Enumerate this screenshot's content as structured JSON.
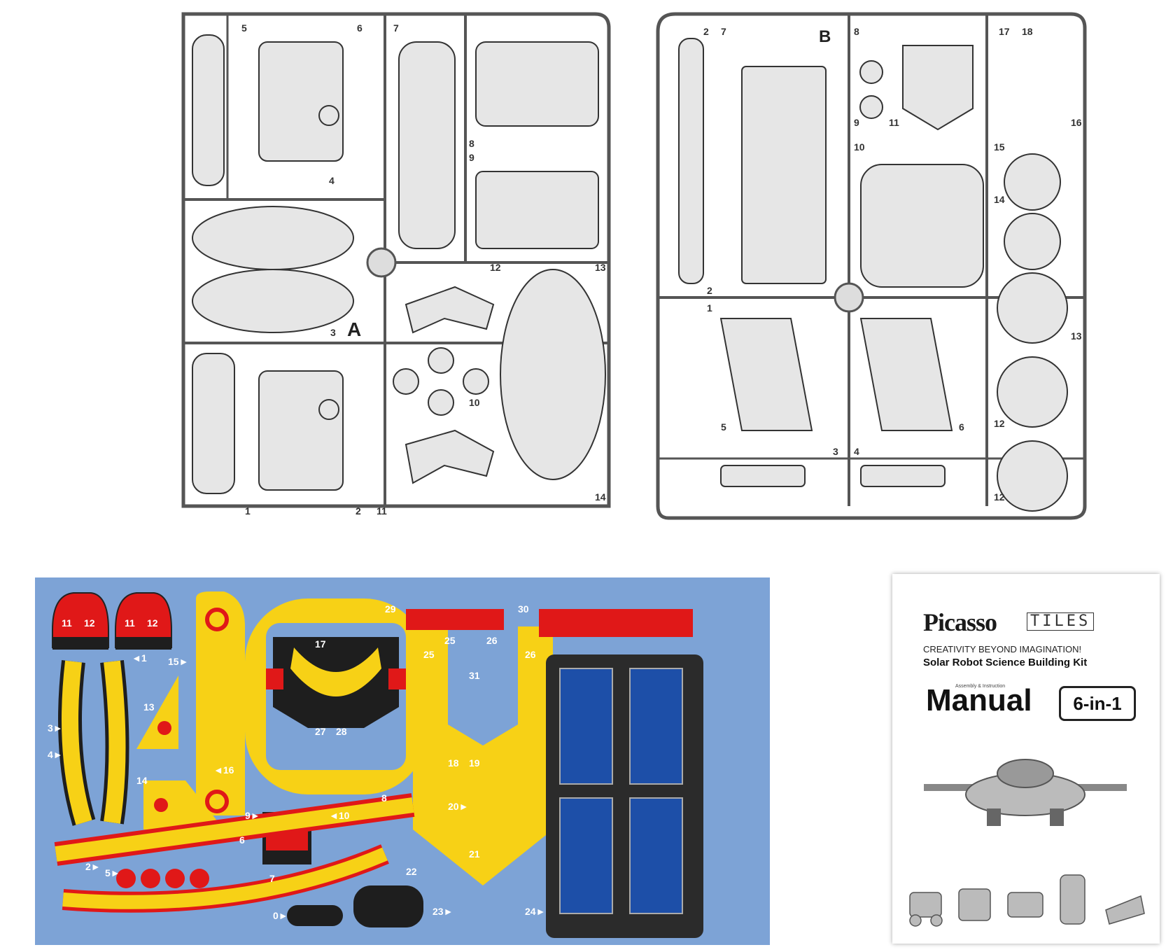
{
  "sprue_a": {
    "letter": "A",
    "labels": [
      "5",
      "6",
      "7",
      "4",
      "8",
      "9",
      "12",
      "13",
      "3",
      "10",
      "1",
      "2",
      "11",
      "14"
    ]
  },
  "sprue_b": {
    "letter": "B",
    "labels": [
      "2",
      "7",
      "8",
      "17",
      "18",
      "9",
      "10",
      "11",
      "15",
      "16",
      "14",
      "2",
      "1",
      "13",
      "5",
      "6",
      "3",
      "4",
      "12",
      "12"
    ]
  },
  "sticker_sheet": {
    "labels": [
      "11",
      "12",
      "11",
      "12",
      "1",
      "3",
      "4",
      "2",
      "13",
      "14",
      "15",
      "16",
      "17",
      "27",
      "28",
      "29",
      "30",
      "25",
      "26",
      "25",
      "26",
      "31",
      "18",
      "19",
      "20",
      "21",
      "22",
      "23",
      "24",
      "9",
      "10",
      "8",
      "5",
      "6",
      "7",
      "0"
    ],
    "colors": {
      "background": "#7da3d6",
      "yellow": "#f7d116",
      "red": "#e01818",
      "black": "#1e1e1e",
      "solar": "#1d4fa8"
    }
  },
  "manual": {
    "brand": "Picasso",
    "brand_suffix": "TILES",
    "tagline": "CREATIVITY BEYOND IMAGINATION!",
    "subtitle": "Solar Robot Science Building Kit",
    "small_caption": "Assembly & Instruction",
    "title": "Manual",
    "badge": "6-in-1"
  }
}
